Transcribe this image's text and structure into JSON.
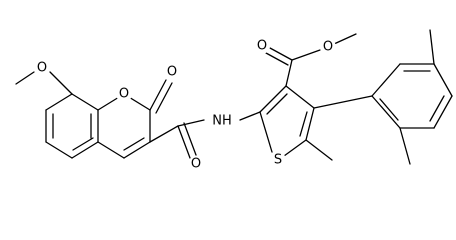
{
  "molecule": {
    "atom_labels": {
      "methoxy_left_o": "O",
      "ring_o": "O",
      "lactone_o": "O",
      "ester_carbonyl_o": "O",
      "ester_ether_o": "O",
      "nh": "NH",
      "amide_o": "O",
      "thiophene_s": "S"
    }
  }
}
